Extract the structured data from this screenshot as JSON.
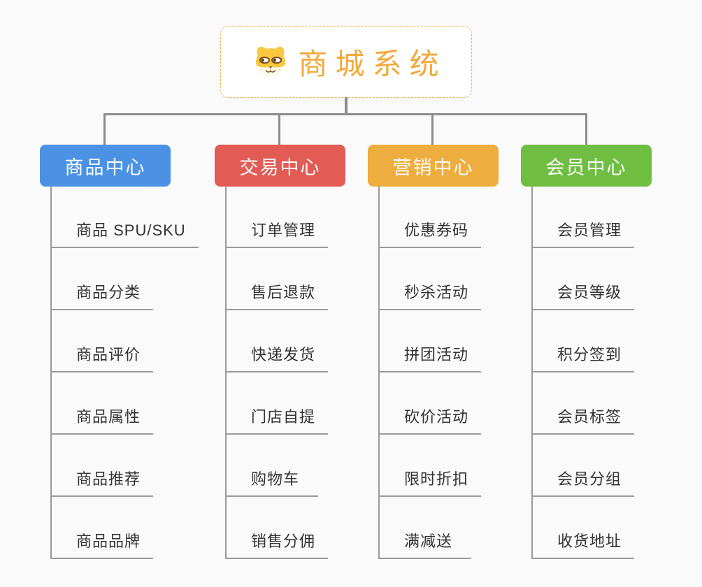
{
  "root": {
    "title": "商城系统",
    "icon": "dog-face-icon"
  },
  "branches": [
    {
      "label": "商品中心",
      "color": "#4B92E5",
      "children": [
        "商品 SPU/SKU",
        "商品分类",
        "商品评价",
        "商品属性",
        "商品推荐",
        "商品品牌"
      ]
    },
    {
      "label": "交易中心",
      "color": "#E25B55",
      "children": [
        "订单管理",
        "售后退款",
        "快递发货",
        "门店自提",
        "购物车",
        "销售分佣"
      ]
    },
    {
      "label": "营销中心",
      "color": "#EEAD3F",
      "children": [
        "优惠券码",
        "秒杀活动",
        "拼团活动",
        "砍价活动",
        "限时折扣",
        "满减送"
      ]
    },
    {
      "label": "会员中心",
      "color": "#6FBE42",
      "children": [
        "会员管理",
        "会员等级",
        "积分签到",
        "会员标签",
        "会员分组",
        "收货地址"
      ]
    }
  ],
  "colors": {
    "background": "#FAFAFA",
    "connector": "#8C8C8C",
    "child_line": "#9A9A9A",
    "root_border": "#F5B14B",
    "root_text": "#F2A93B",
    "child_text": "#333333"
  }
}
